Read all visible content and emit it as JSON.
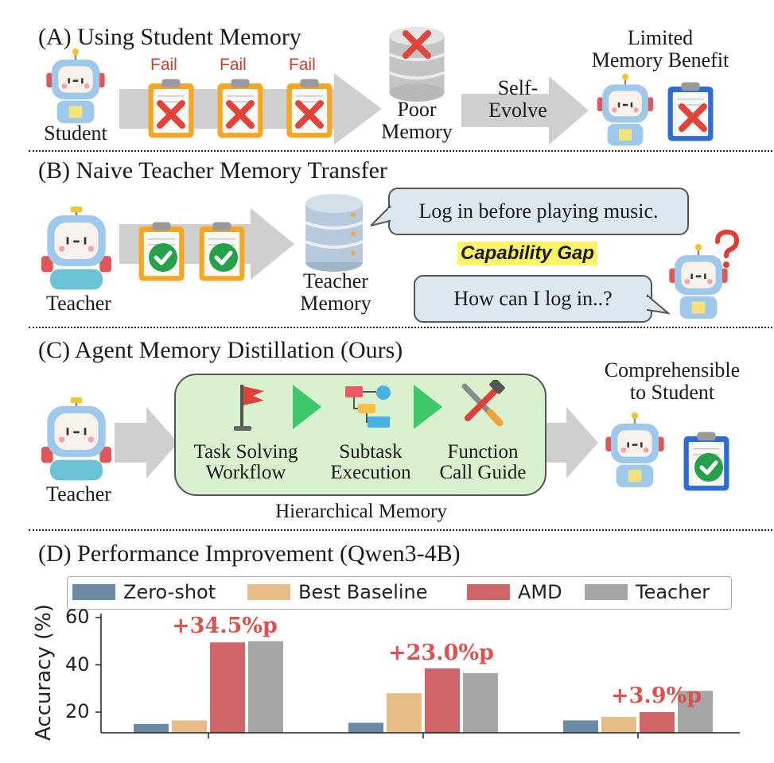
{
  "section_a": {
    "title": "(A) Using Student Memory",
    "student_label": "Student",
    "fail_labels": [
      "Fail",
      "Fail",
      "Fail"
    ],
    "poor_memory_label_1": "Poor",
    "poor_memory_label_2": "Memory",
    "self_evolve_1": "Self-",
    "self_evolve_2": "Evolve",
    "limited_1": "Limited",
    "limited_2": "Memory Benefit"
  },
  "section_b": {
    "title": "(B) Naive Teacher Memory Transfer",
    "teacher_label": "Teacher",
    "teacher_memory_1": "Teacher",
    "teacher_memory_2": "Memory",
    "teacher_bubble": "Log in before playing music.",
    "capability_gap": "Capability Gap",
    "student_bubble": "How can I log in..?"
  },
  "section_c": {
    "title": "(C) Agent Memory Distillation (Ours)",
    "teacher_label": "Teacher",
    "items": [
      {
        "line1": "Task Solving",
        "line2": "Workflow"
      },
      {
        "line1": "Subtask",
        "line2": "Execution"
      },
      {
        "line1": "Function",
        "line2": "Call Guide"
      }
    ],
    "hierarchical_label": "Hierarchical Memory",
    "comprehensible_1": "Comprehensible",
    "comprehensible_2": "to Student"
  },
  "section_d": {
    "title": "(D) Performance Improvement (Qwen3-4B)"
  },
  "colors": {
    "zero_shot": "#6a8aa5",
    "best_baseline": "#e6bc88",
    "amd": "#cf6566",
    "teacher": "#a6a6a6",
    "delta": "#d9534f"
  },
  "chart_data": {
    "type": "bar",
    "ylabel": "Accuracy (%)",
    "yticks": [
      20,
      40,
      60
    ],
    "ylim": [
      10,
      62
    ],
    "series": [
      {
        "name": "Zero-shot",
        "values": [
          15,
          15.5,
          16.5
        ]
      },
      {
        "name": "Best Baseline",
        "values": [
          16.5,
          28,
          18
        ]
      },
      {
        "name": "AMD",
        "values": [
          49.5,
          38.5,
          20
        ]
      },
      {
        "name": "Teacher",
        "values": [
          50,
          36.5,
          29
        ]
      }
    ],
    "annotations": [
      "+34.5%p",
      "+23.0%p",
      "+3.9%p"
    ],
    "legend_position": "top"
  }
}
